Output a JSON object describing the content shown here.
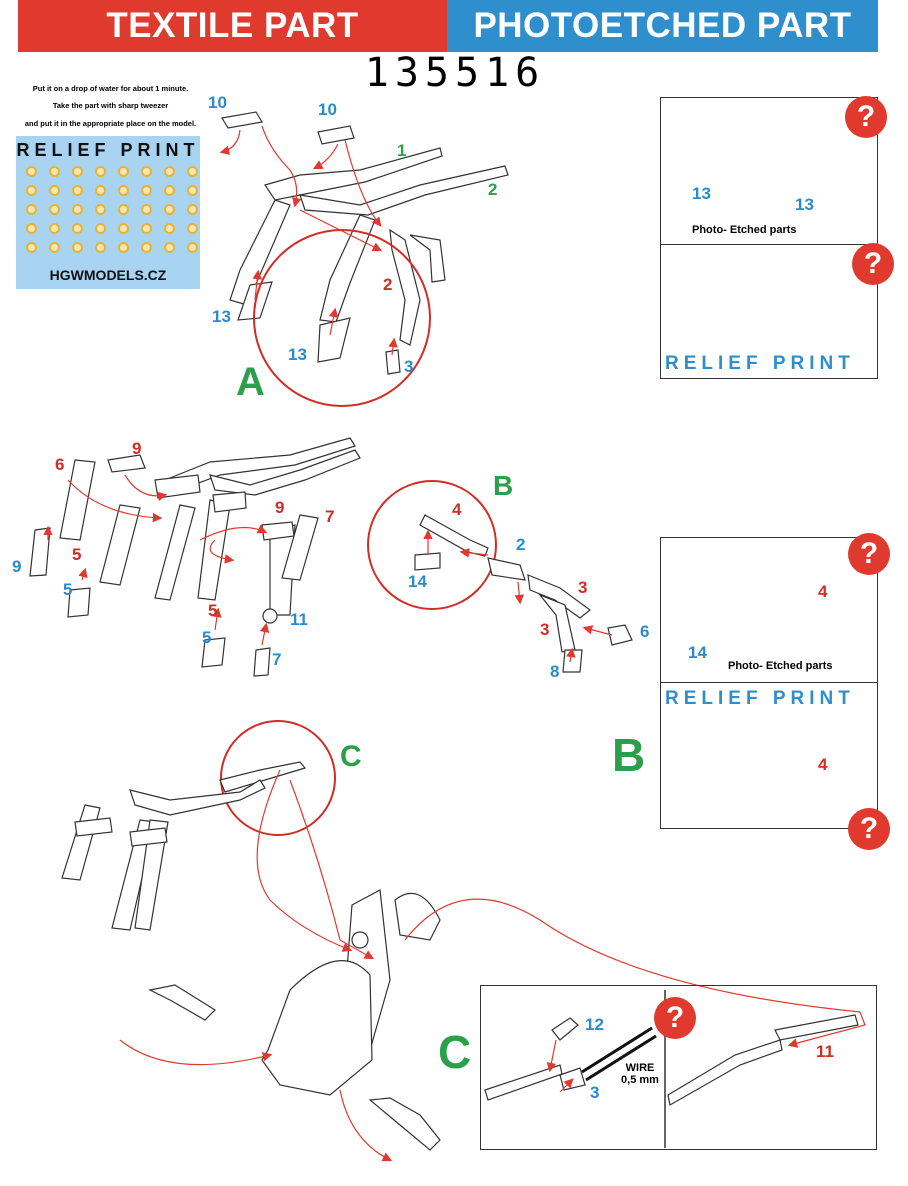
{
  "header": {
    "textile": "TEXTILE PART",
    "photoetched": "PHOTOETCHED PART"
  },
  "kit_number": "135516",
  "instructions": [
    "Put it on a drop of water for about 1 minute.",
    "Take the part with sharp tweezer",
    "and put it in the appropriate place on the model."
  ],
  "relief_card": {
    "title": "RELIEF PRINT",
    "brand": "HGWMODELS.CZ"
  },
  "boxes": {
    "pe_label": "Photo- Etched parts",
    "relief_label": "RELIEF PRINT",
    "question": "?"
  },
  "section_letters": {
    "a": "A",
    "b": "B",
    "c": "C"
  },
  "wire": {
    "line1": "WIRE",
    "line2": "0,5 mm"
  },
  "part_numbers": {
    "n1": "1",
    "n2": "2",
    "n3": "3",
    "n4": "4",
    "n5": "5",
    "n6": "6",
    "n7": "7",
    "n8": "8",
    "n9": "9",
    "n10": "10",
    "n11": "11",
    "n12": "12",
    "n13": "13",
    "n14": "14"
  },
  "colors": {
    "red": "#e03a2f",
    "blue": "#2f8fcd",
    "green": "#2aa04a",
    "card": "#a9d4f1",
    "ring": "#e4b43a"
  }
}
